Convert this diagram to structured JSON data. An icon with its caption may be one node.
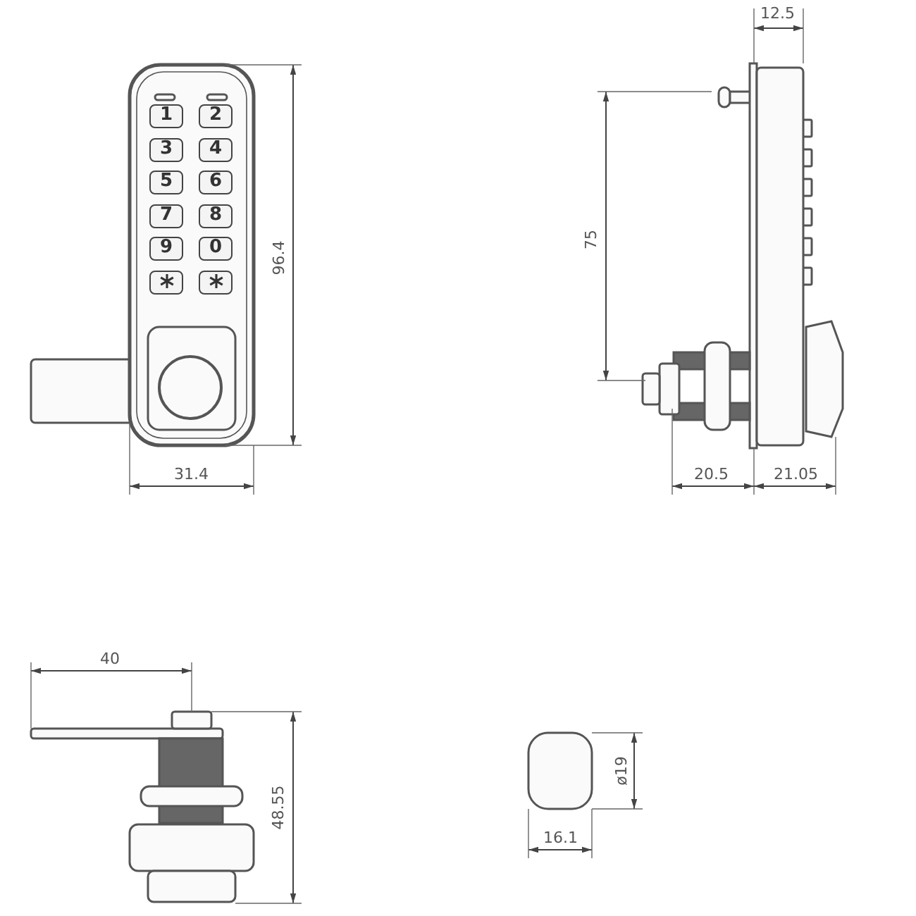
{
  "diagram": {
    "nodes": [
      {
        "text": [
          "1"
        ]
      },
      {
        "text": [
          "2"
        ]
      },
      {
        "text": [
          "3"
        ]
      },
      {
        "text": [
          "4"
        ]
      },
      {
        "text": [
          "5"
        ]
      },
      {
        "text": [
          "6"
        ]
      },
      {
        "text": [
          "7"
        ]
      },
      {
        "text": [
          "8"
        ]
      },
      {
        "text": [
          "9"
        ]
      },
      {
        "text": [
          "0"
        ]
      },
      {
        "text": [],
        "shape": "box"
      },
      {
        "text": [],
        "shape": "box"
      }
    ],
    "edges": [],
    "labels": [
      "12.5",
      "75",
      "96.4",
      "31.4",
      "20.5",
      "21.05",
      "40",
      "ø19",
      "48.55",
      "16.1"
    ]
  }
}
